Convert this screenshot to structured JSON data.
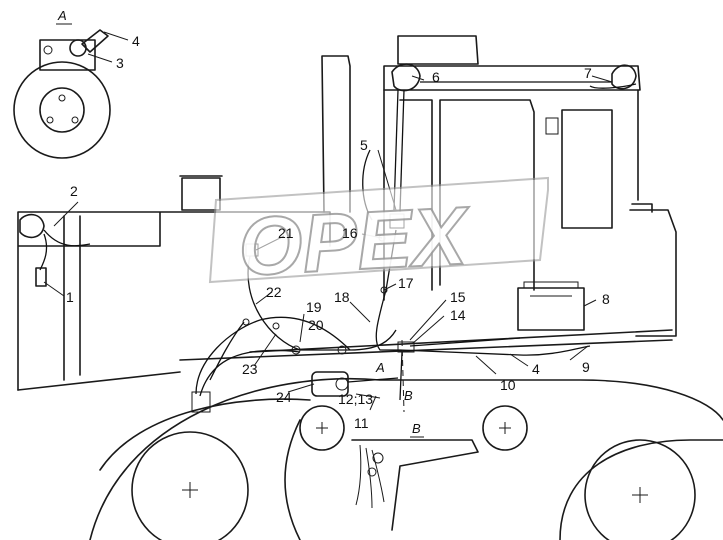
{
  "watermark": "OPEX",
  "views": {
    "a": "A",
    "b": "B"
  },
  "labels": [
    "1",
    "2",
    "3",
    "4",
    "5",
    "6",
    "7",
    "8",
    "9",
    "10",
    "11",
    "12;13",
    "14",
    "15",
    "16",
    "17",
    "18",
    "19",
    "20",
    "21",
    "22",
    "23",
    "24"
  ],
  "colors": {
    "ink": "#1a1a1a",
    "background": "#ffffff",
    "watermark_outline": "#9a9a9a"
  }
}
